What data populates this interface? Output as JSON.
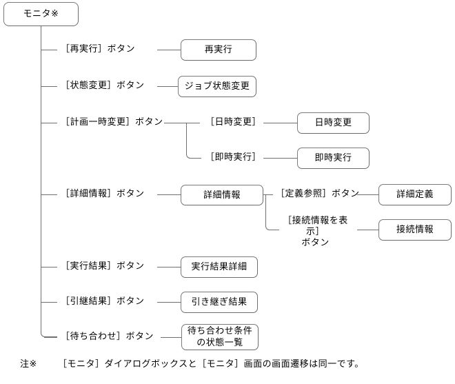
{
  "diagram": {
    "title": "モニタ※",
    "root": {
      "label": "モニタ※",
      "name": "root-node-monitor"
    },
    "branches": [
      {
        "button_label": "［再実行］ボタン",
        "screen_label": "再実行"
      },
      {
        "button_label": "［状態変更］ボタン",
        "screen_label": "ジョブ状態変更"
      },
      {
        "button_label": "［計画一時変更］ボタン",
        "sub_items": [
          {
            "button_label": "［日時変更］",
            "screen_label": "日時変更"
          },
          {
            "button_label": "［即時実行］",
            "screen_label": "即時実行"
          }
        ]
      },
      {
        "button_label": "［詳細情報］ボタン",
        "screen_label": "詳細情報",
        "sub_items": [
          {
            "button_label": "［定義参照］ボタン",
            "screen_label": "詳細定義"
          },
          {
            "button_label": "［接続情報を表示］\nボタン",
            "screen_label": "接続情報"
          }
        ]
      },
      {
        "button_label": "［実行結果］ボタン",
        "screen_label": "実行結果詳細"
      },
      {
        "button_label": "［引継結果］ボタン",
        "screen_label": "引き継ぎ結果"
      },
      {
        "button_label": "［待ち合わせ］ボタン",
        "screen_label": "待ち合わせ条件\nの状態一覧"
      }
    ],
    "footnote": {
      "marker": "注※",
      "text": "［モニタ］ダイアログボックスと［モニタ］画面の画面遷移は同一です。"
    },
    "colors": {
      "box_border": "#7a7a7a",
      "connector": "#6f6f6f",
      "text": "#000000",
      "background": "#ffffff"
    }
  }
}
